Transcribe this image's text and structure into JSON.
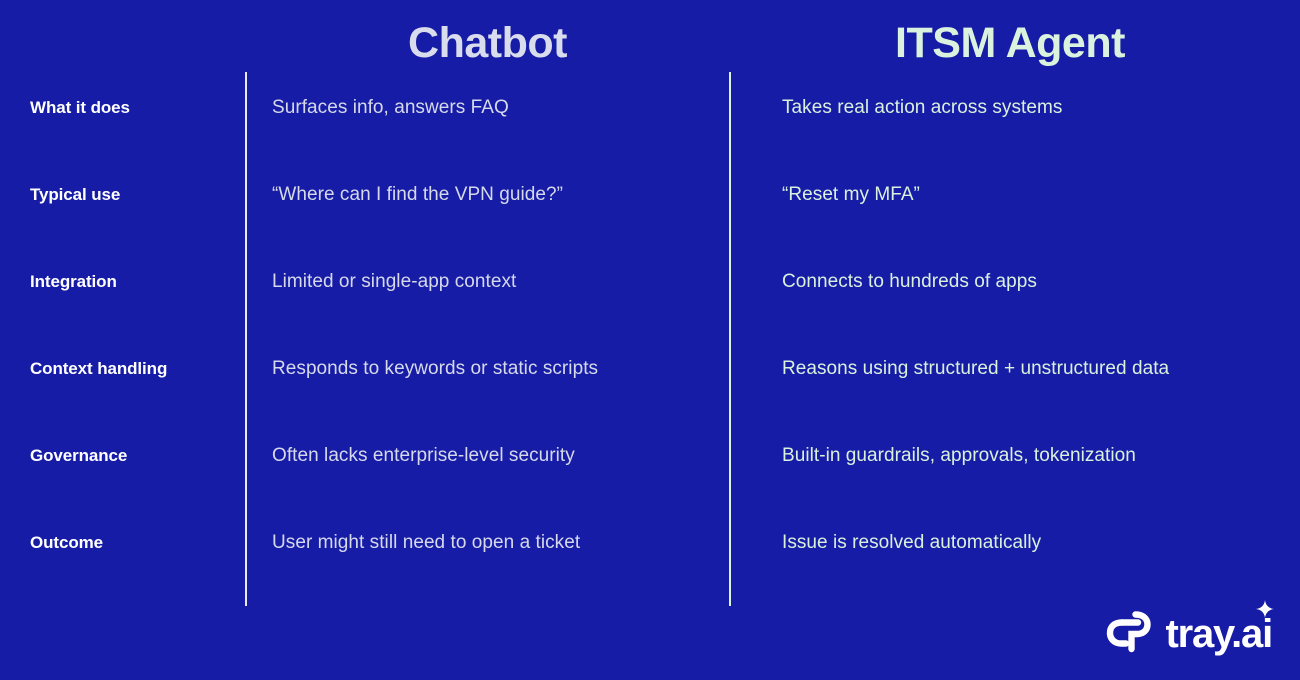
{
  "theme": {
    "background": "#171ca6",
    "chatbot_accent": "#d5d9ea",
    "itsm_accent": "#d9f1dd",
    "label_color": "#ffffff",
    "divider_color": "#e9eaf6"
  },
  "columns": {
    "label_header": "",
    "chatbot_header": "Chatbot",
    "itsm_header": "ITSM Agent"
  },
  "rows": [
    {
      "label": "What it does",
      "chatbot": "Surfaces info, answers FAQ",
      "itsm": "Takes real action across systems"
    },
    {
      "label": "Typical use",
      "chatbot": "“Where can I find the VPN guide?”",
      "itsm": "“Reset my MFA”"
    },
    {
      "label": "Integration",
      "chatbot": "Limited or single-app context",
      "itsm": "Connects to hundreds of apps"
    },
    {
      "label": "Context handling",
      "chatbot": "Responds to keywords or static scripts",
      "itsm": "Reasons using structured + unstructured data"
    },
    {
      "label": "Governance",
      "chatbot": "Often lacks enterprise-level security",
      "itsm": "Built-in guardrails, approvals, tokenization"
    },
    {
      "label": "Outcome",
      "chatbot": "User might still need to open a ticket",
      "itsm": "Issue is resolved automatically"
    }
  ],
  "logo": {
    "mark_name": "tray-knot-mark-icon",
    "wordmark": "tray.ai",
    "sparkle_name": "sparkle-icon",
    "color": "#ffffff"
  }
}
